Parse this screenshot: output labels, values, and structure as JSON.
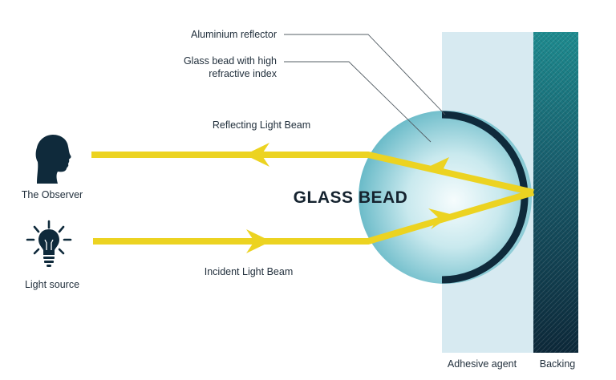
{
  "labels": {
    "aluminium_reflector": "Aluminium reflector",
    "glass_bead_line1": "Glass bead with high",
    "glass_bead_line2": "refractive index",
    "reflecting_beam": "Reflecting Light Beam",
    "incident_beam": "Incident Light Beam",
    "glass_bead_title": "GLASS BEAD",
    "observer": "The Observer",
    "light_source": "Light source",
    "adhesive_agent": "Adhesive agent",
    "backing": "Backing"
  },
  "icons": {
    "observer": "person-head-silhouette-icon",
    "light_source": "light-bulb-icon"
  },
  "colors": {
    "beam": "#ecd321",
    "reflector": "#0f2a3b",
    "adhesive": "#d7eaf1",
    "backing_top": "#1e8a8e",
    "backing_bottom": "#0d2a3c",
    "bead_center": "#f4fbfc",
    "bead_edge": "#5fb6c4",
    "text": "#1f2d3a"
  }
}
